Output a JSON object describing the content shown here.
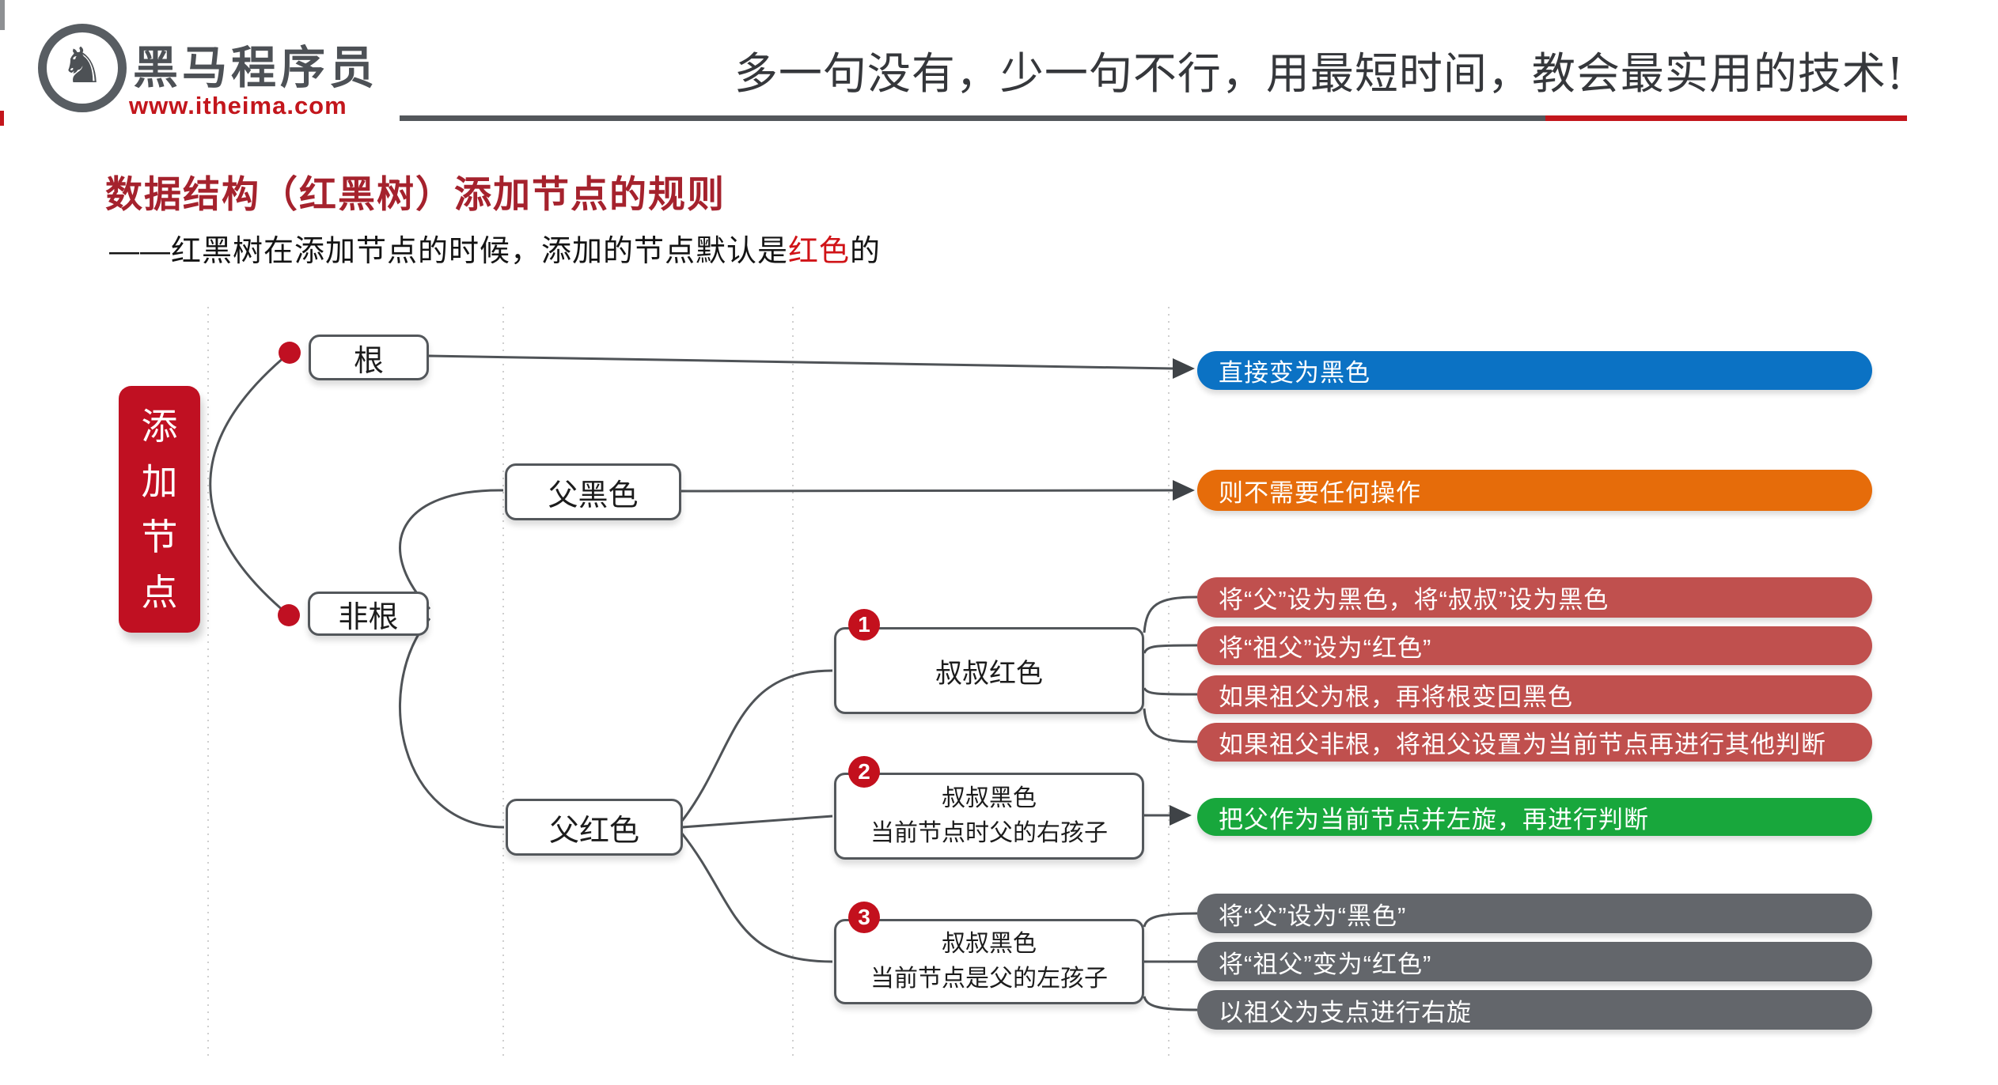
{
  "header": {
    "brand": "黑马程序员",
    "website": "www.itheima.com",
    "slogan": "多一句没有，少一句不行，用最短时间，教会最实用的技术!",
    "horse_icon": "♞"
  },
  "title": "数据结构（红黑树）添加节点的规则",
  "subtitle": {
    "lead": "——红黑树在添加节点的时候，添加的节点默认是",
    "highlight": "红色",
    "tail": "的"
  },
  "mindmap": {
    "root_label": "添\n加\n节\n点",
    "nodes": {
      "root_case": {
        "label": "根"
      },
      "nonroot_case": {
        "label": "非根"
      },
      "parent_black": {
        "label": "父黑色"
      },
      "parent_red": {
        "label": "父红色"
      },
      "case1": {
        "badge": "1",
        "line1": "叔叔红色",
        "line2": ""
      },
      "case2": {
        "badge": "2",
        "line1": "叔叔黑色",
        "line2": "当前节点时父的右孩子"
      },
      "case3": {
        "badge": "3",
        "line1": "叔叔黑色",
        "line2": "当前节点是父的左孩子"
      }
    },
    "bars": [
      {
        "id": "blue",
        "label": "直接变为黑色",
        "color": "#0b72c4"
      },
      {
        "id": "orange",
        "label": "则不需要任何操作",
        "color": "#e66c0a"
      },
      {
        "id": "red1",
        "label": "将“父”设为黑色，将“叔叔”设为黑色",
        "color": "#c0504e"
      },
      {
        "id": "red2",
        "label": "将“祖父”设为“红色”",
        "color": "#c0504e"
      },
      {
        "id": "red3",
        "label": "如果祖父为根，再将根变回黑色",
        "color": "#c0504e"
      },
      {
        "id": "red4",
        "label": "如果祖父非根，将祖父设置为当前节点再进行其他判断",
        "color": "#c0504e"
      },
      {
        "id": "green",
        "label": "把父作为当前节点并左旋，再进行判断",
        "color": "#18a73c"
      },
      {
        "id": "gray1",
        "label": "将“父”设为“黑色”",
        "color": "#63666b"
      },
      {
        "id": "gray2",
        "label": "将“祖父”变为“红色”",
        "color": "#63666b"
      },
      {
        "id": "gray3",
        "label": "以祖父为支点进行右旋",
        "color": "#63666b"
      }
    ],
    "accent_colors": {
      "node_red": "#c01022",
      "badge_red": "#c3101d",
      "wire_gray": "#4f5357"
    }
  }
}
